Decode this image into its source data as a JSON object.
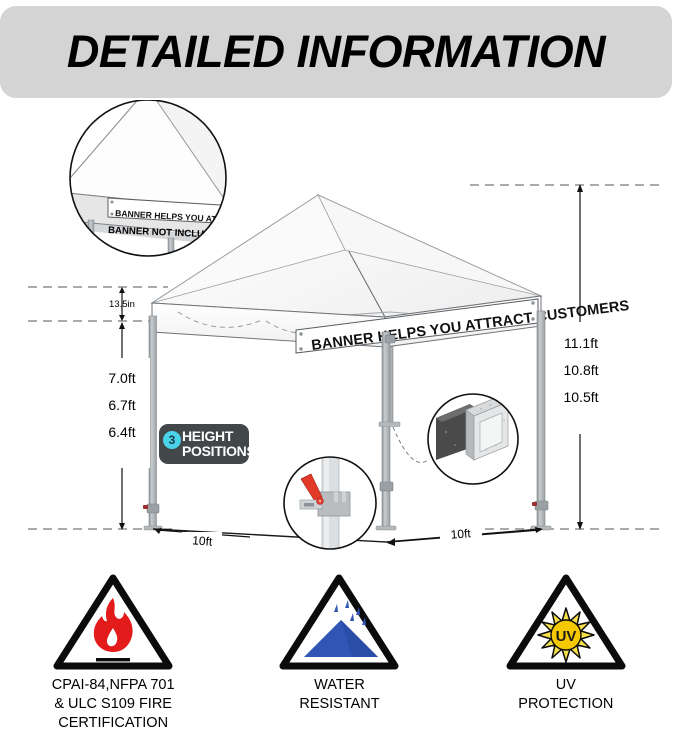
{
  "header": {
    "title": "DETAILED INFORMATION"
  },
  "diagram": {
    "banner_text": "BANNER HELPS YOU ATTRACT CUSTOMERS",
    "inset_banner_text": "BANNER HELPS YOU ATTRACT CUS",
    "inset_banner_note": "BANNER NOT INCLUDED",
    "valance_height": "13.5in",
    "left_heights": [
      "7.0ft",
      "6.7ft",
      "6.4ft"
    ],
    "right_heights": [
      "11.1ft",
      "10.8ft",
      "10.5ft"
    ],
    "base_left": "10ft",
    "base_right": "10ft",
    "badge": {
      "count": "3",
      "line1": "HEIGHT",
      "line2": "POSITIONS"
    },
    "colors": {
      "header_bg": "#d4d4d4",
      "badge_bg": "#424749",
      "badge_accent": "#4ad3e8",
      "leg_gray": "#a9adb0",
      "canopy_white": "#ffffff"
    }
  },
  "certifications": [
    {
      "icon": "flame-icon",
      "lines": [
        "CPAI-84,NFPA 701",
        "& ULC S109 FIRE",
        "CERTIFICATION"
      ]
    },
    {
      "icon": "water-drop-icon",
      "lines": [
        "WATER",
        "RESISTANT"
      ]
    },
    {
      "icon": "uv-sun-icon",
      "lines": [
        "UV",
        "PROTECTION"
      ],
      "sun_label": "UV"
    }
  ]
}
